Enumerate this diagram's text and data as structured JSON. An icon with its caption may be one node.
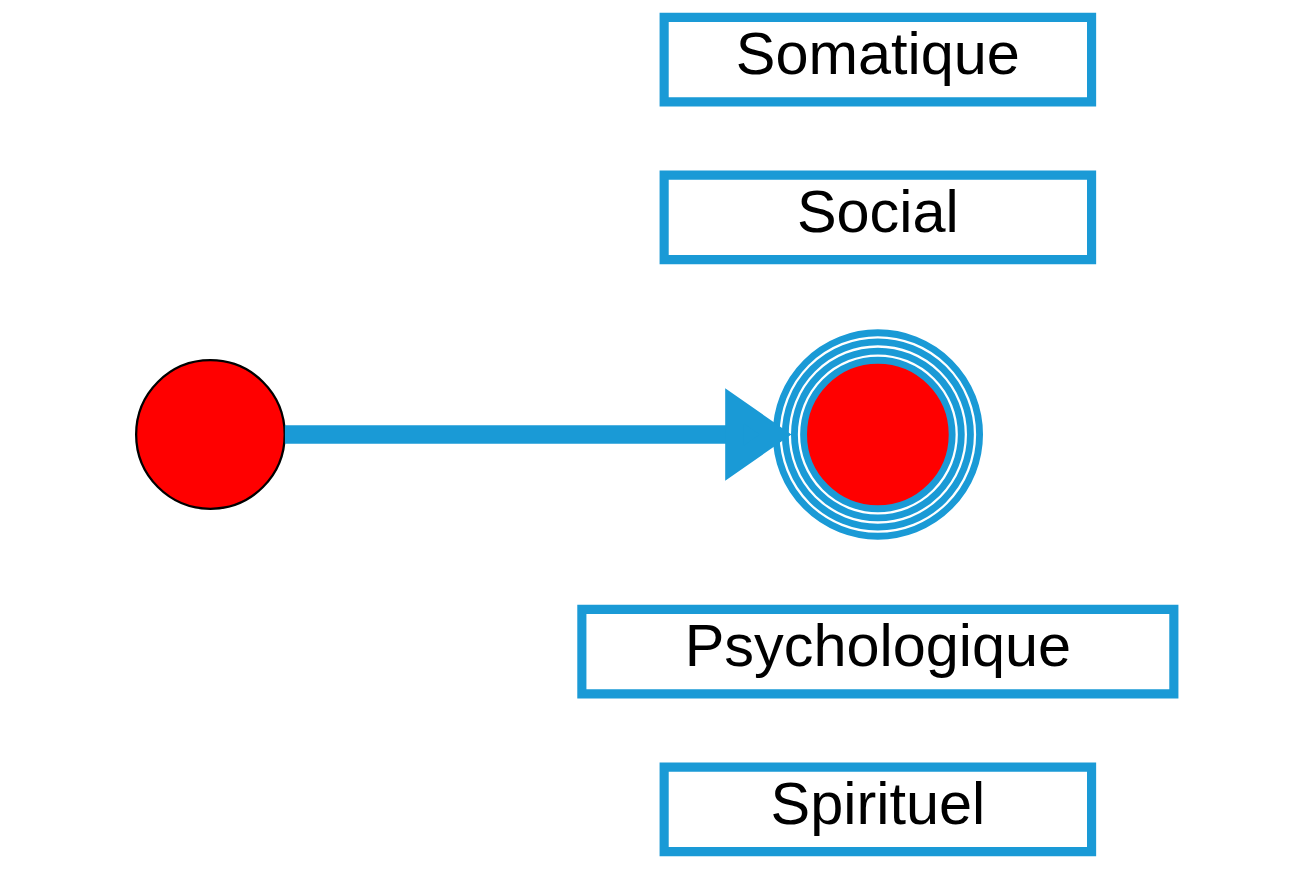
{
  "diagram": {
    "nodes": [
      {
        "text": [
          "Somatique"
        ]
      },
      {
        "text": [
          "Social"
        ]
      },
      {
        "text": [],
        "shape": "circle"
      },
      {
        "text": [],
        "shape": "circle"
      },
      {
        "text": [
          "Psychologique"
        ]
      },
      {
        "text": [
          "Spirituel"
        ]
      }
    ],
    "edges": [
      {
        "from": 2,
        "to": 3,
        "arrow": "to"
      }
    ]
  }
}
